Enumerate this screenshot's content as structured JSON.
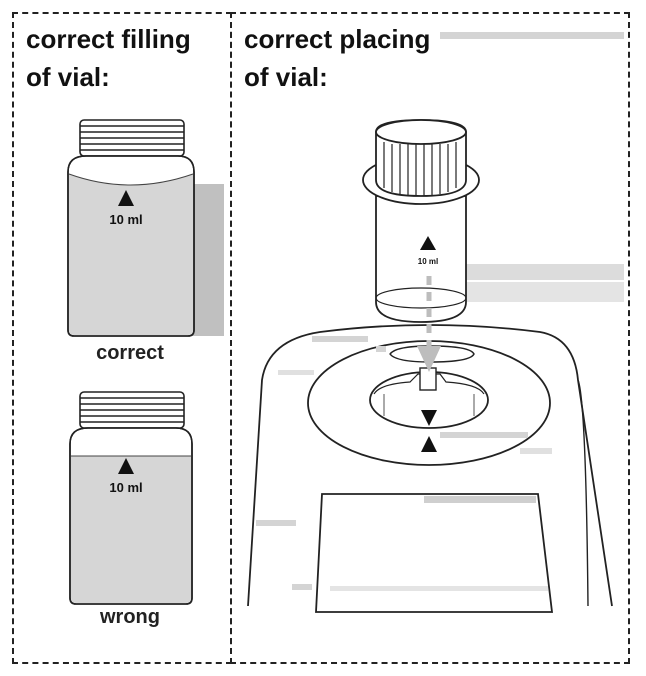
{
  "left_panel": {
    "heading_line1": "correct filling",
    "heading_line2": "of vial:",
    "vial_correct": {
      "mark_label": "10 ml",
      "caption": "correct"
    },
    "vial_wrong": {
      "mark_label": "10 ml",
      "caption": "wrong"
    }
  },
  "right_panel": {
    "heading_line1": "correct placing",
    "heading_line2": "of vial:",
    "vial_mark_label": "10 ml"
  },
  "colors": {
    "liquid": "#d6d6d6",
    "outline": "#222222",
    "arrow": "#bdbdbd",
    "shade": "#c0c0c0"
  }
}
